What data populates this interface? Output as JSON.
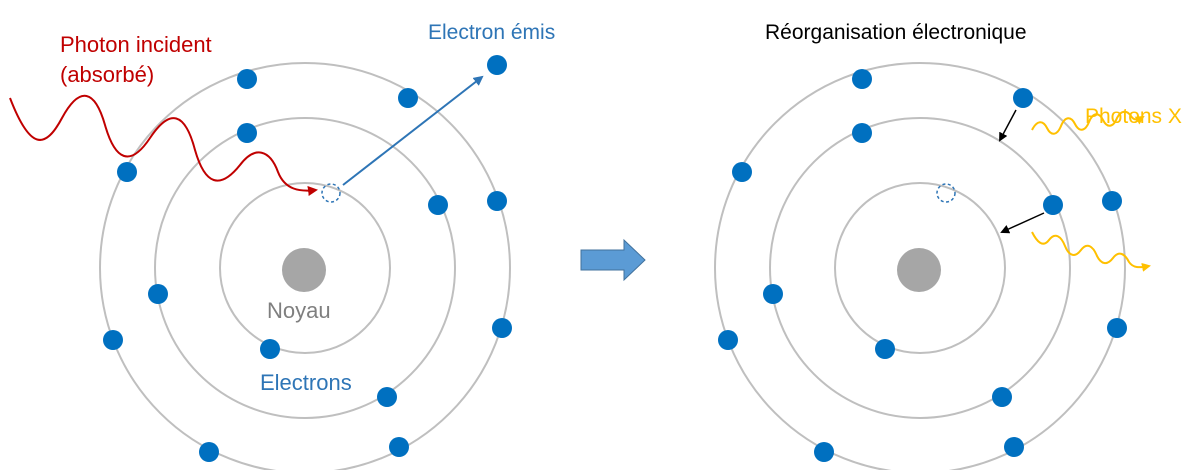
{
  "left_panel": {
    "photon_label_line1": "Photon incident",
    "photon_label_line2": "(absorbé)",
    "emitted_label": "Electron émis",
    "nucleus_label": "Noyau",
    "electrons_label": "Electrons"
  },
  "right_panel": {
    "title": "Réorganisation électronique",
    "xray_label": "Photons X"
  },
  "colors": {
    "orbit": "#bfbfbf",
    "electron": "#0070c0",
    "nucleus": "#a6a6a6",
    "photon_incident": "#c00000",
    "emitted": "#2e75b6",
    "xray": "#ffc000",
    "arrow": "#5b9bd5",
    "text": "#000000"
  },
  "icons": {
    "transition_arrow": "right-arrow-icon"
  }
}
